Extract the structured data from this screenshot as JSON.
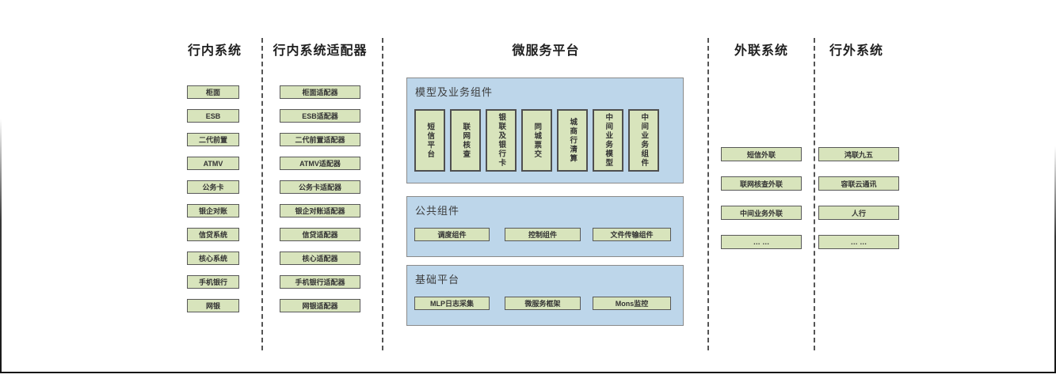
{
  "colors": {
    "node_fill": "#d8e4bc",
    "node_border": "#585858",
    "panel_fill": "#bdd6ea",
    "panel_border": "#8a8a8a",
    "divider": "#555555",
    "frame": "#151515",
    "text": "#333333"
  },
  "columns": [
    {
      "title": "行内系统",
      "items": [
        "柜面",
        "ESB",
        "二代前置",
        "ATMV",
        "公务卡",
        "银企对账",
        "信贷系统",
        "核心系统",
        "手机银行",
        "网银"
      ]
    },
    {
      "title": "行内系统适配器",
      "items": [
        "柜面适配器",
        "ESB适配器",
        "二代前置适配器",
        "ATMV适配器",
        "公务卡适配器",
        "银企对账适配器",
        "信贷适配器",
        "核心适配器",
        "手机银行适配器",
        "网银适配器"
      ]
    },
    {
      "title": "外联系统",
      "items": [
        "短信外联",
        "联网核查外联",
        "中间业务外联",
        "… …"
      ]
    },
    {
      "title": "行外系统",
      "items": [
        "鸿联九五",
        "容联云通讯",
        "人行",
        "… …"
      ]
    }
  ],
  "platform": {
    "title": "微服务平台",
    "panels": [
      {
        "label": "模型及业务组件",
        "items": [
          "短信平台",
          "联网核查",
          "银联及银行卡",
          "同城票交",
          "城商行清算",
          "中间业务模型",
          "中间业务组件"
        ]
      },
      {
        "label": "公共组件",
        "items": [
          "调度组件",
          "控制组件",
          "文件传输组件"
        ]
      },
      {
        "label": "基础平台",
        "items": [
          "MLP日志采集",
          "微服务框架",
          "Mons监控"
        ]
      }
    ]
  }
}
